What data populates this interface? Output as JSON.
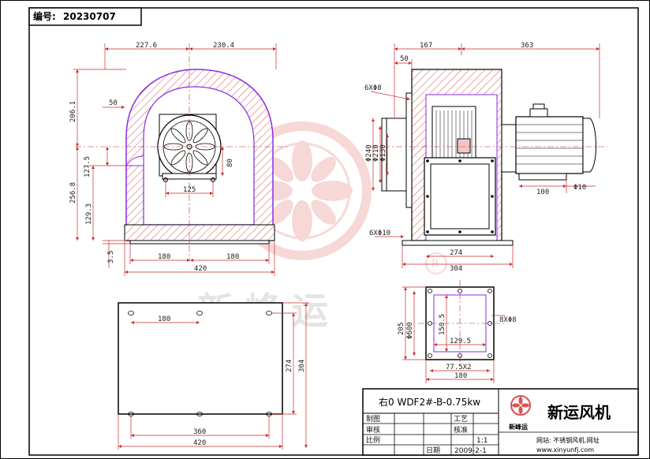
{
  "header": {
    "serial_label": "编号:",
    "serial_value": "20230707"
  },
  "watermark": {
    "text": "新峰运",
    "registered": "R"
  },
  "front_view": {
    "dims": [
      "227.6",
      "230.4",
      "206.1",
      "50",
      "127.5",
      "256.8",
      "129.3",
      "80",
      "125",
      "180",
      "180",
      "420",
      "3.5"
    ]
  },
  "side_view": {
    "dims": [
      "167",
      "363",
      "50",
      "6XΦ8",
      "Φ240",
      "Φ210",
      "Φ130",
      "100",
      "Φ10",
      "6XΦ10",
      "274",
      "304"
    ]
  },
  "outlet_view": {
    "dims": [
      "205",
      "Φ600",
      "150.5",
      "129.5",
      "8XΦ8",
      "77.5X2",
      "180"
    ]
  },
  "base_view": {
    "dims": [
      "180",
      "274",
      "304",
      "360",
      "420"
    ]
  },
  "title_block": {
    "model": "右0 WDF2#-B-0.75kw",
    "company": "新运风机",
    "logo_text": "新峰运",
    "labels": [
      "制图",
      "工艺",
      "审核",
      "核准",
      "比例",
      "日期"
    ],
    "scale": "1:1",
    "date": "2009-2-1",
    "website": "网站: 不锈钢风机.网址",
    "url": "www.xinyunfj.com"
  },
  "colors": {
    "hatch": "#d9534f",
    "dimension": "#cc2b2b",
    "purple": "#8a2be2",
    "line": "#000000"
  }
}
